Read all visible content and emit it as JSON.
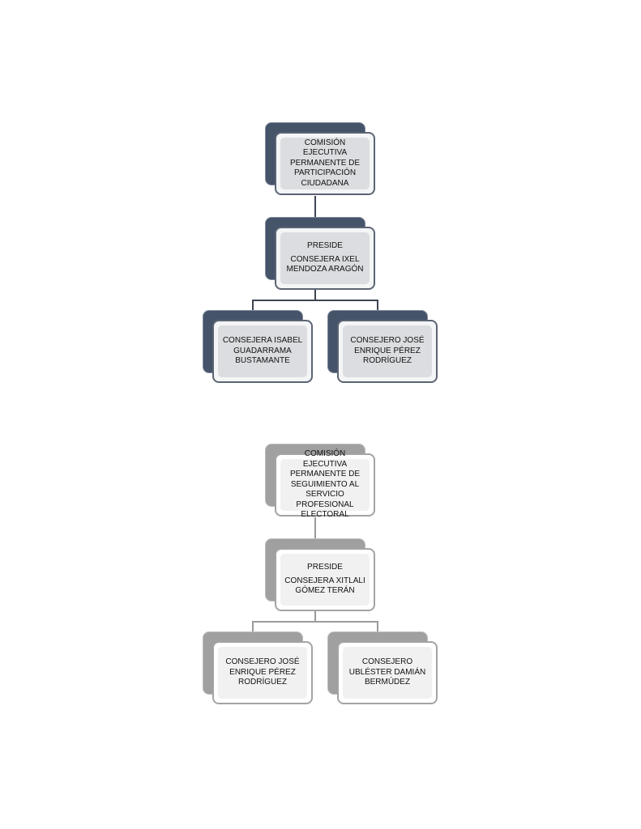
{
  "charts": [
    {
      "style": "dark",
      "colors": {
        "back": "#46546a",
        "border": "#5c6474",
        "line": "#3e4553"
      },
      "root": {
        "title": "COMISIÓN EJECUTIVA PERMANENTE DE PARTICIPACIÓN CIUDADANA"
      },
      "chair": {
        "role": "PRESIDE",
        "name": "CONSEJERA IXEL MENDOZA ARAGÓN"
      },
      "members": [
        {
          "name": "CONSEJERA ISABEL GUADARRAMA BUSTAMANTE"
        },
        {
          "name": "CONSEJERO JOSÉ ENRIQUE PÉREZ RODRÍGUEZ"
        }
      ]
    },
    {
      "style": "gray",
      "colors": {
        "back": "#a0a0a0",
        "border": "#a4a4a4",
        "line": "#9a9a9a"
      },
      "root": {
        "title": "COMISIÓN EJECUTIVA PERMANENTE DE SEGUIMIENTO AL SERVICIO PROFESIONAL ELECTORAL"
      },
      "chair": {
        "role": "PRESIDE",
        "name": "CONSEJERA XITLALI GÓMEZ TERÁN"
      },
      "members": [
        {
          "name": "CONSEJERO JOSÉ ENRIQUE PÉREZ RODRÍGUEZ"
        },
        {
          "name": "CONSEJERO UBLÉSTER DAMIÁN BERMÚDEZ"
        }
      ]
    }
  ]
}
